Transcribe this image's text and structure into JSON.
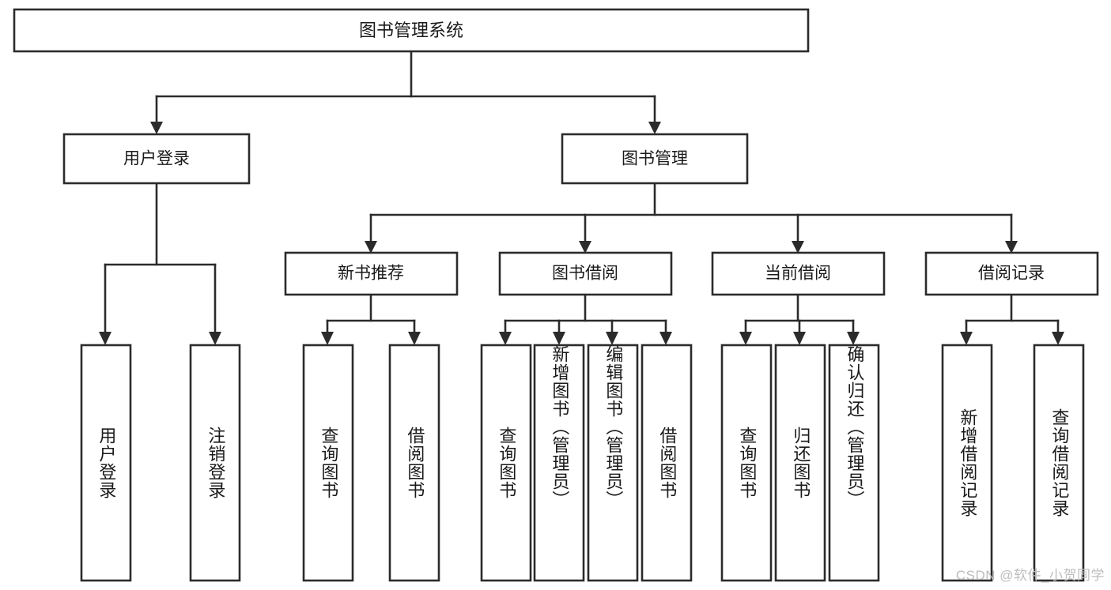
{
  "diagram": {
    "type": "tree",
    "title": "图书管理系统",
    "root": {
      "id": "root",
      "label": "图书管理系统",
      "orientation": "horizontal"
    },
    "level2": [
      {
        "id": "user-login",
        "label": "用户登录",
        "orientation": "horizontal"
      },
      {
        "id": "book-manage",
        "label": "图书管理",
        "orientation": "horizontal"
      }
    ],
    "level3": [
      {
        "id": "new-book-recommend",
        "label": "新书推荐",
        "orientation": "horizontal",
        "parent": "book-manage"
      },
      {
        "id": "book-borrow",
        "label": "图书借阅",
        "orientation": "horizontal",
        "parent": "book-manage"
      },
      {
        "id": "current-borrow",
        "label": "当前借阅",
        "orientation": "horizontal",
        "parent": "book-manage"
      },
      {
        "id": "borrow-record",
        "label": "借阅记录",
        "orientation": "horizontal",
        "parent": "book-manage"
      }
    ],
    "leaves": [
      {
        "id": "leaf-user-login",
        "label": "用户登录",
        "parent": "user-login"
      },
      {
        "id": "leaf-user-logout",
        "label": "注销登录",
        "parent": "user-login"
      },
      {
        "id": "leaf-query-book-1",
        "label": "查询图书",
        "parent": "new-book-recommend"
      },
      {
        "id": "leaf-borrow-book-1",
        "label": "借阅图书",
        "parent": "new-book-recommend"
      },
      {
        "id": "leaf-query-book-2",
        "label": "查询图书",
        "parent": "book-borrow"
      },
      {
        "id": "leaf-add-book",
        "label": "新增图书（管理员）",
        "parent": "book-borrow"
      },
      {
        "id": "leaf-edit-book",
        "label": "编辑图书（管理员）",
        "parent": "book-borrow"
      },
      {
        "id": "leaf-borrow-book-2",
        "label": "借阅图书",
        "parent": "book-borrow"
      },
      {
        "id": "leaf-query-book-3",
        "label": "查询图书",
        "parent": "current-borrow"
      },
      {
        "id": "leaf-return-book",
        "label": "归还图书",
        "parent": "current-borrow"
      },
      {
        "id": "leaf-confirm-return",
        "label": "确认归还（管理员）",
        "parent": "current-borrow"
      },
      {
        "id": "leaf-add-record",
        "label": "新增借阅记录",
        "parent": "borrow-record"
      },
      {
        "id": "leaf-query-record",
        "label": "查询借阅记录",
        "parent": "borrow-record"
      }
    ],
    "colors": {
      "box_stroke": "#2b2b2b",
      "box_fill": "#ffffff",
      "connector": "#2b2b2b",
      "text": "#1a1a1a",
      "background": "#ffffff",
      "watermark": "#bdbdbd"
    }
  },
  "watermark": {
    "text": "CSDN @软件_小贺同学"
  }
}
